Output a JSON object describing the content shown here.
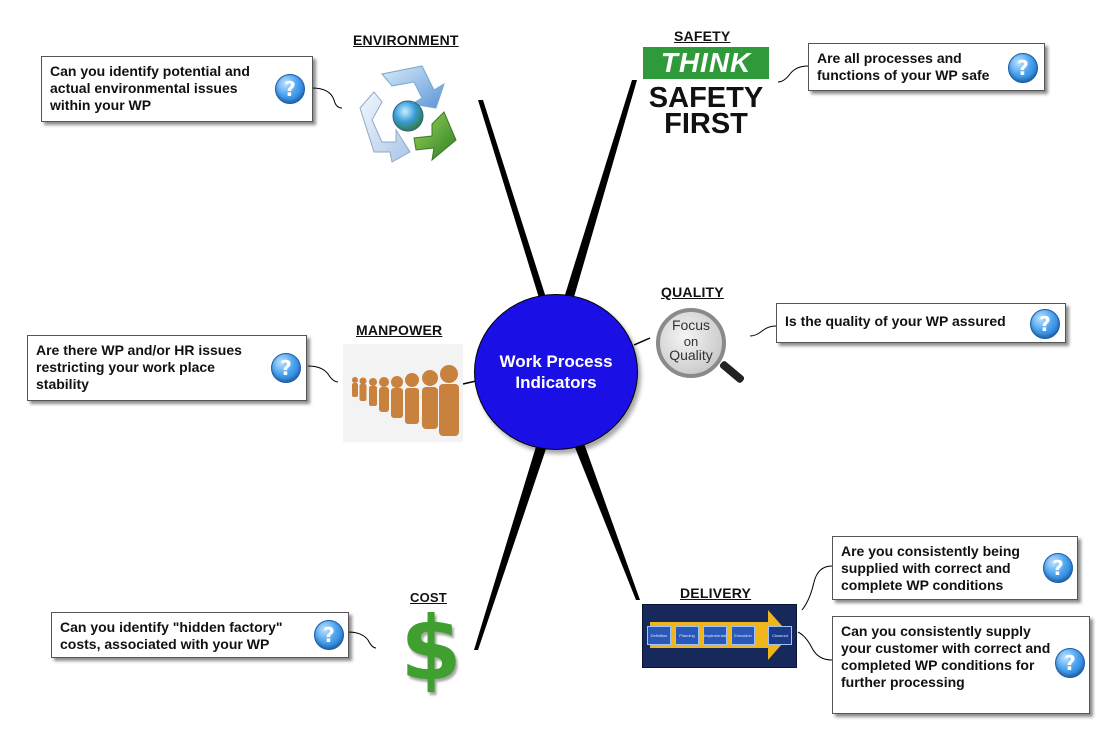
{
  "center": {
    "label": "Work Process Indicators"
  },
  "branches": {
    "environment": {
      "heading": "ENVIRONMENT",
      "question": "Can you identify potential and actual environmental issues within your WP"
    },
    "safety": {
      "heading": "SAFETY",
      "poster_think": "THINK",
      "poster_line1": "SAFETY",
      "poster_line2": "FIRST",
      "question": "Are all processes and functions of your WP safe"
    },
    "quality": {
      "heading": "QUALITY",
      "lens_line1": "Focus",
      "lens_line2": "on",
      "lens_line3": "Quality",
      "question": "Is the quality of your WP assured"
    },
    "manpower": {
      "heading": "MANPOWER",
      "question": "Are there WP and/or HR issues restricting your work place stability"
    },
    "cost": {
      "heading": "COST",
      "symbol": "$",
      "question": "Can you identify \"hidden factory\" costs, associated with your WP"
    },
    "delivery": {
      "heading": "DELIVERY",
      "steps": [
        "Definition",
        "Planning",
        "Implementation",
        "Execution",
        "Closeout"
      ],
      "question_1": "Are you consistently being supplied with correct and complete WP conditions",
      "question_2": "Can you consistently supply your customer with correct and completed WP conditions for further processing"
    }
  },
  "help_icon_glyph": "?",
  "colors": {
    "center_fill": "#1a10e6",
    "center_text": "#ffffff",
    "help_icon": "#2f86e0",
    "dollar": "#3fa02f",
    "think_bar": "#2f9a3a",
    "delivery_arrow": "#f1b51c",
    "delivery_panel": "#17285a"
  }
}
